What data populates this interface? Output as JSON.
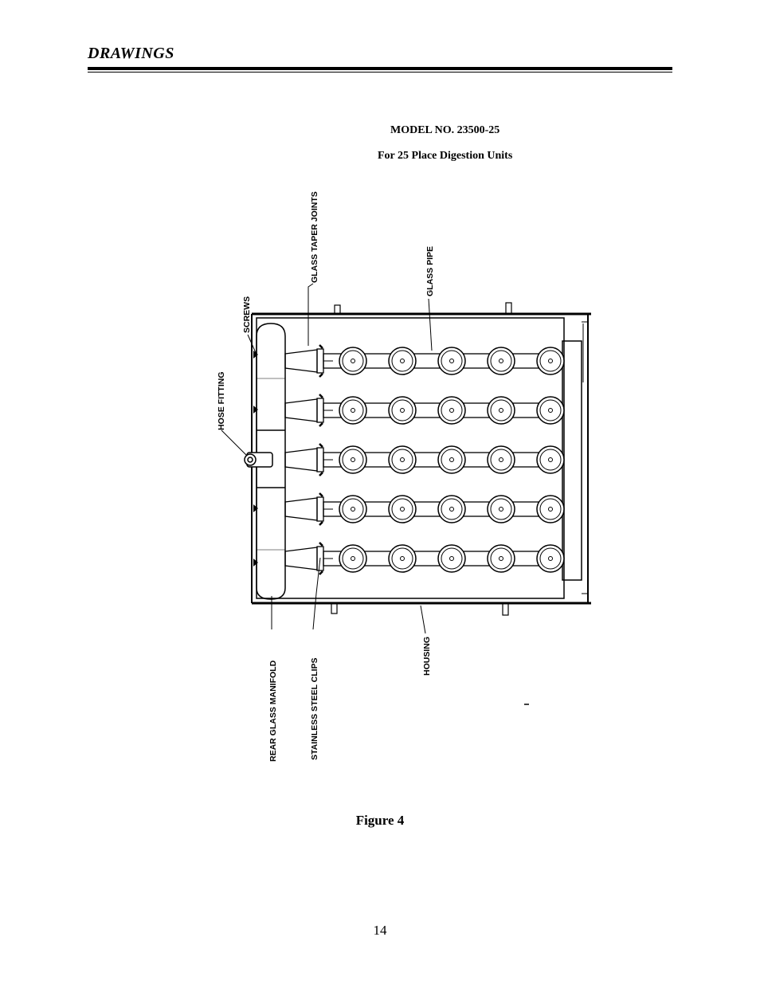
{
  "header": {
    "section_title": "DRAWINGS"
  },
  "drawing": {
    "model_title": "MODEL NO. 23500-25",
    "model_subtitle": "For 25 Place Digestion Units",
    "labels": {
      "glass_taper_joints": "GLASS TAPER JOINTS",
      "glass_pipe": "GLASS PIPE",
      "screws": "SCREWS",
      "hose_fitting": "HOSE FITTING",
      "rear_glass_manifold": "REAR GLASS MANIFOLD",
      "stainless_steel_clips": "STAINLESS STEEL CLIPS",
      "housing": "HOUSING"
    },
    "grid": {
      "rows": 5,
      "columns": 5
    }
  },
  "figure_caption": "Figure 4",
  "page_number": "14"
}
